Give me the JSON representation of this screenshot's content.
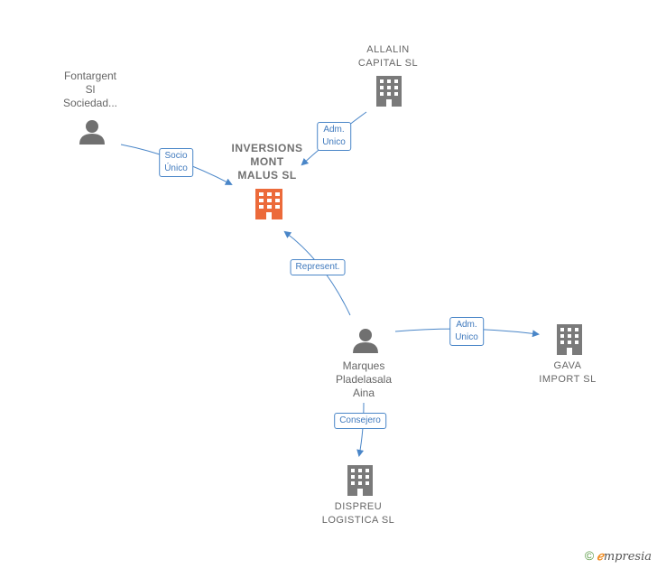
{
  "nodes": {
    "inversions": {
      "label": "INVERSIONS\nMONT\nMALUS  SL",
      "type": "company",
      "highlight": true
    },
    "allalin": {
      "label": "ALLALIN\nCAPITAL  SL",
      "type": "company"
    },
    "fontargent": {
      "label": "Fontargent\nSl\nSociedad...",
      "type": "person"
    },
    "marques": {
      "label": "Marques\nPladelasala\nAina",
      "type": "person"
    },
    "gava": {
      "label": "GAVA\nIMPORT  SL",
      "type": "company"
    },
    "dispreu": {
      "label": "DISPREU\nLOGISTICA SL",
      "type": "company"
    }
  },
  "edges": {
    "socio": {
      "label": "Socio\nÚnico"
    },
    "adm_allalin": {
      "label": "Adm.\nUnico"
    },
    "represent": {
      "label": "Represent."
    },
    "adm_gava": {
      "label": "Adm.\nUnico"
    },
    "consejero": {
      "label": "Consejero"
    }
  },
  "colors": {
    "edge": "#4a86c8",
    "building": "#7a7a7a",
    "building_highlight": "#ec6a3a",
    "person": "#707070"
  },
  "footer": {
    "copyright": "©",
    "brand_e": "ℯ",
    "brand_rest": "mpresia"
  }
}
